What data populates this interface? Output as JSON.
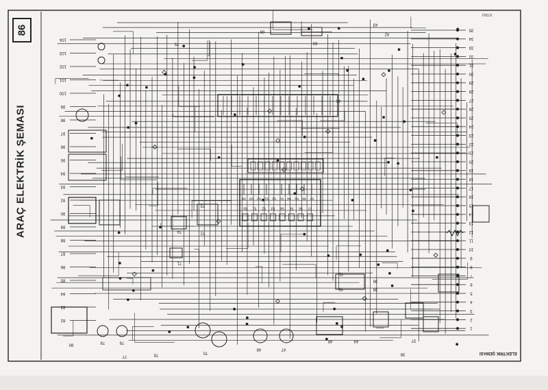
{
  "title": "ARAÇ ELEKTRİK ŞEMASI",
  "page_number": "86",
  "footer_label": "ELEKTRİK ŞEMASI",
  "ref_code": "S7263",
  "connector_pins": {
    "top_row": [
      "50",
      "51",
      "52",
      "53",
      "54",
      "55",
      "56",
      "57"
    ],
    "bottom_row": [
      "58",
      "59",
      "60",
      "61",
      "62",
      "63",
      "64",
      "65",
      "66",
      "67"
    ]
  },
  "callouts": {
    "right": [
      "35",
      "34",
      "33",
      "32",
      "31",
      "30",
      "29",
      "28",
      "27",
      "26",
      "25",
      "24",
      "23",
      "22",
      "21",
      "20",
      "19",
      "18",
      "17",
      "16",
      "15",
      "14",
      "13",
      "12",
      "11",
      "10",
      "9",
      "8",
      "7",
      "6",
      "5",
      "4",
      "3",
      "2",
      "1"
    ],
    "top": [
      "43",
      "42",
      "69",
      "68",
      "45"
    ],
    "left": [
      "104",
      "103",
      "102",
      "101",
      "100",
      "99",
      "98",
      "97",
      "96",
      "95",
      "94",
      "93",
      "92",
      "90",
      "89",
      "88",
      "87",
      "86",
      "85",
      "84",
      "83",
      "82"
    ],
    "bottom": [
      "80",
      "79",
      "78",
      "77",
      "76",
      "75",
      "74",
      "73",
      "72",
      "71",
      "70",
      "48",
      "47",
      "46",
      "44",
      "41",
      "40",
      "39",
      "38",
      "37",
      "36"
    ]
  }
}
